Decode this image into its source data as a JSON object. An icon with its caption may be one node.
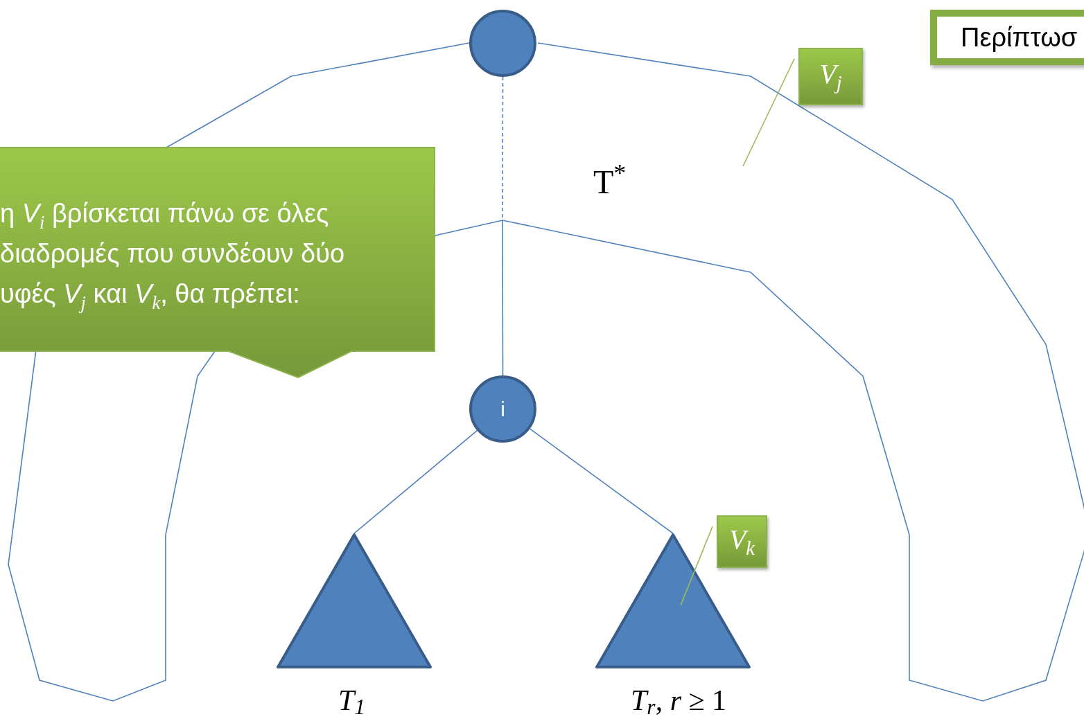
{
  "diagram": {
    "nodes": [
      {
        "text": [],
        "shape": "circle"
      },
      {
        "text": [
          "i"
        ]
      },
      {
        "text": [],
        "shape": "triangle",
        "beside": [
          "*T*$_{1}$"
        ]
      },
      {
        "text": [],
        "shape": "triangle",
        "beside": [
          "*T*$_{r}$, *r* ≥ 1"
        ]
      },
      {
        "text": [
          "*V*$_{j}$"
        ]
      },
      {
        "text": [
          "*V*$_{k}$"
        ]
      },
      {
        "text": [
          "η *V*$_{i}$ βρίσκεται πάνω σε όλες διαδρομές που συνδέουν δύο υφές *V*$_{j}$ και *V*$_{k}$, θα πρέπει:"
        ]
      },
      {
        "text": [
          "Περίπτωσ"
        ]
      }
    ],
    "edges": [
      {
        "from": 0,
        "to": null,
        "arrow": "none",
        "style": "dashed"
      },
      {
        "from": null,
        "to": 1,
        "arrow": "none"
      },
      {
        "from": 1,
        "to": 2,
        "arrow": "none"
      },
      {
        "from": 1,
        "to": 3,
        "arrow": "none"
      },
      {
        "from": 4,
        "to": null,
        "arrow": "none",
        "color": "#9bbb59"
      },
      {
        "from": 5,
        "to": 3,
        "arrow": "none",
        "color": "#9bbb59"
      }
    ],
    "labels": [
      "T$^{*}$"
    ]
  }
}
